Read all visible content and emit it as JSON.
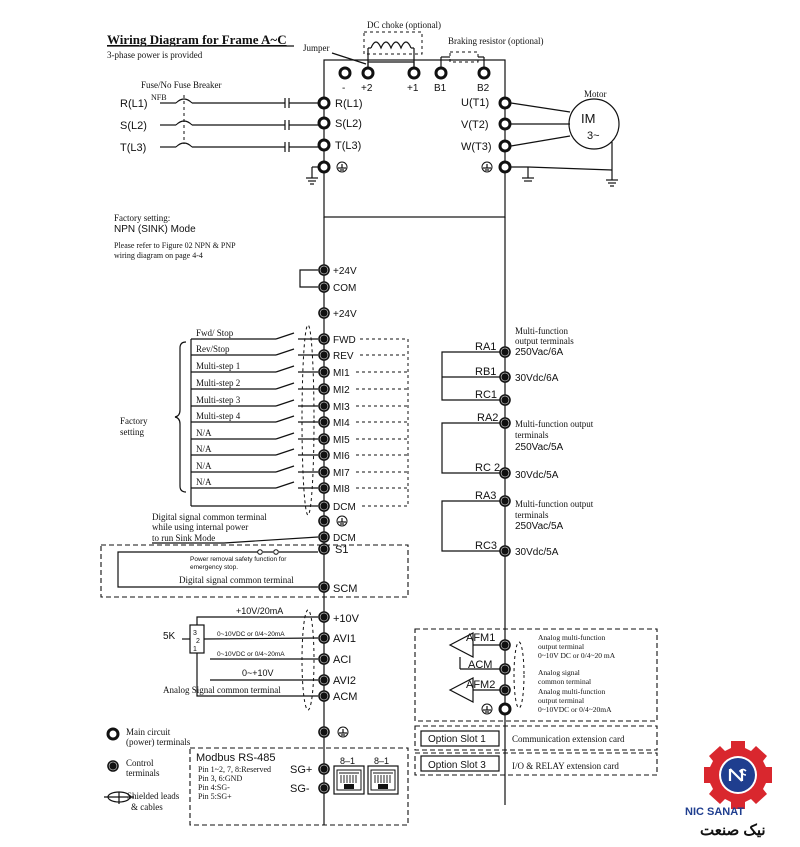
{
  "title": "Wiring Diagram for Frame A~C",
  "subtitle": "3-phase power is provided",
  "top": {
    "dc_choke": "DC choke (optional)",
    "braking_resistor": "Braking resistor (optional)",
    "jumper": "Jumper",
    "terminals": [
      "-",
      "+2",
      "+1",
      "B1",
      "B2"
    ]
  },
  "power": {
    "breaker_label": "Fuse/No Fuse Breaker",
    "nfb": "NFB",
    "inputs": [
      "R(L1)",
      "S(L2)",
      "T(L3)"
    ],
    "drive_inputs": [
      "R(L1)",
      "S(L2)",
      "T(L3)"
    ],
    "outputs": [
      "U(T1)",
      "V(T2)",
      "W(T3)"
    ],
    "motor_label": "Motor",
    "motor_im": "IM",
    "motor_phase": "3~"
  },
  "factory": {
    "line1": "Factory setting:",
    "line2": "NPN (SINK) Mode",
    "note1": "Please refer to Figure 02 NPN & PNP",
    "note2": "wiring diagram on page 4-4",
    "setting_label1": "Factory",
    "setting_label2": "setting"
  },
  "control_terminals": {
    "p24_1": "+24V",
    "com": "COM",
    "p24_2": "+24V",
    "fwd": "FWD",
    "rev": "REV",
    "mi": [
      "MI1",
      "MI2",
      "MI3",
      "MI4",
      "MI5",
      "MI6",
      "MI7",
      "MI8"
    ],
    "dcm1": "DCM",
    "dcm2": "DCM",
    "s1": "S1",
    "scm": "SCM",
    "p10v": "+10V",
    "avi1": "AVI1",
    "aci": "ACI",
    "avi2": "AVI2",
    "acm": "ACM",
    "sgp": "SG+",
    "sgm": "SG-"
  },
  "switch_labels": [
    "Fwd/ Stop",
    "Rev/Stop",
    "Multi-step 1",
    "Multi-step 2",
    "Multi-step 3",
    "Multi-step 4",
    "N/A",
    "N/A",
    "N/A",
    "N/A"
  ],
  "digital_common": {
    "line1": "Digital signal common terminal",
    "line2": "while using internal power",
    "line3": "to run Sink Mode"
  },
  "safety": {
    "note1": "Power removal safety function for",
    "note2": "emergency stop.",
    "common": "Digital signal common terminal"
  },
  "analog": {
    "p10v_20ma": "+10V/20mA",
    "pot": "5K",
    "pot_pins": [
      "3",
      "2",
      "1"
    ],
    "range1": "0~10VDC or 0/4~20mA",
    "range2": "0~10VDC or 0/4~20mA",
    "range3": "0~+10V",
    "common": "Analog Signal common terminal"
  },
  "relays": {
    "ra1": "RA1",
    "rb1": "RB1",
    "rc1": "RC1",
    "ra2": "RA2",
    "rc2": "RC 2",
    "ra3": "RA3",
    "rc3": "RC3",
    "mf1_l1": "Multi-function",
    "mf1_l2": "output terminals",
    "mf1_l3": "250Vac/6A",
    "mf1_dc": "30Vdc/6A",
    "mf2_l1": "Multi-function output",
    "mf2_l2": "terminals",
    "mf2_l3": "250Vac/5A",
    "mf2_dc": "30Vdc/5A",
    "mf3_l1": "Multi-function output",
    "mf3_l2": "terminals",
    "mf3_l3": "250Vac/5A",
    "mf3_dc": "30Vdc/5A"
  },
  "afm": {
    "afm1": "AFM1",
    "acm": "ACM",
    "afm2": "AFM2",
    "d1_l1": "Analog multi-function",
    "d1_l2": "output terminal",
    "d1_l3": "0~10V DC or 0/4~20 mA",
    "d2_l1": "Analog signal",
    "d2_l2": "common terminal",
    "d3_l1": "Analog multi-function",
    "d3_l2": "output terminal",
    "d3_l3": "0~10VDC or 0/4~20mA"
  },
  "options": {
    "slot1": "Option Slot 1",
    "slot1_desc": "Communication extension card",
    "slot3": "Option Slot 3",
    "slot3_desc": "I/O & RELAY extension card"
  },
  "modbus": {
    "title": "Modbus RS-485",
    "pin1": "Pin 1~2, 7, 8:Reserved",
    "pin2": "Pin 3, 6:GND",
    "pin3": "Pin 4:SG-",
    "pin4": "Pin 5:SG+",
    "rj1": "8–1",
    "rj2": "8–1"
  },
  "legend": {
    "main1": "Main circuit",
    "main2": "(power) terminals",
    "ctrl1": "Control",
    "ctrl2": "terminals",
    "shield1": "Shielded leads",
    "shield2": "& cables"
  },
  "logo": {
    "brand": "NIC SANAT",
    "farsi": "نیک صنعت",
    "color_red": "#d9272e",
    "color_blue": "#1f3e8f"
  }
}
